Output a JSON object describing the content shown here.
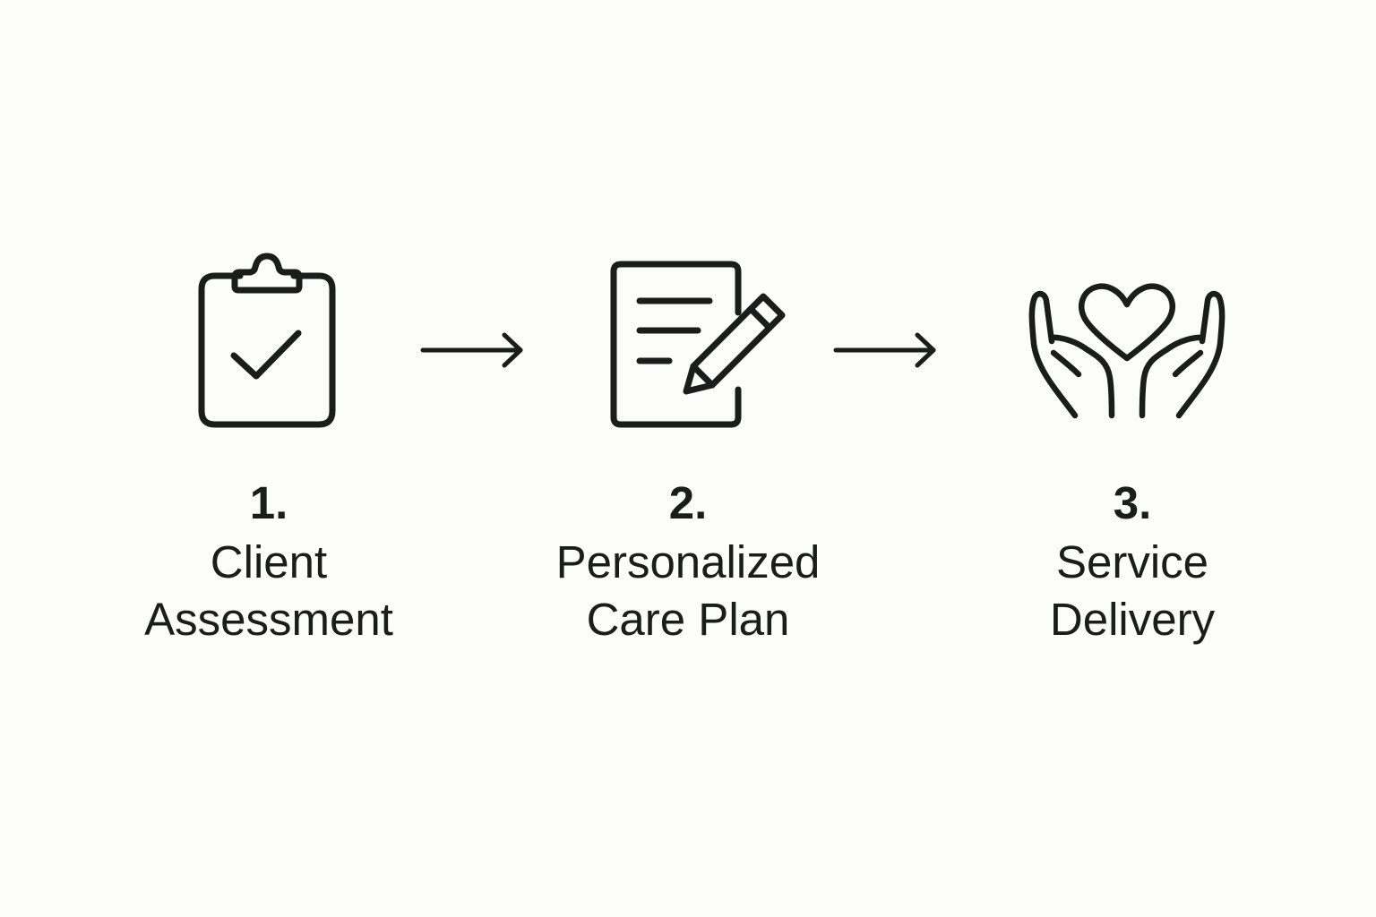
{
  "colors": {
    "background": "#fcfcfa",
    "ink": "#1b1d1c"
  },
  "steps": [
    {
      "number": "1.",
      "title_line1": "Client",
      "title_line2": "Assessment",
      "icon": "clipboard-check-icon"
    },
    {
      "number": "2.",
      "title_line1": "Personalized",
      "title_line2": "Care Plan",
      "icon": "document-pencil-icon"
    },
    {
      "number": "3.",
      "title_line1": "Service",
      "title_line2": "Delivery",
      "icon": "hands-heart-icon"
    }
  ],
  "connectors": [
    {
      "icon": "arrow-right-icon"
    },
    {
      "icon": "arrow-right-icon"
    }
  ]
}
